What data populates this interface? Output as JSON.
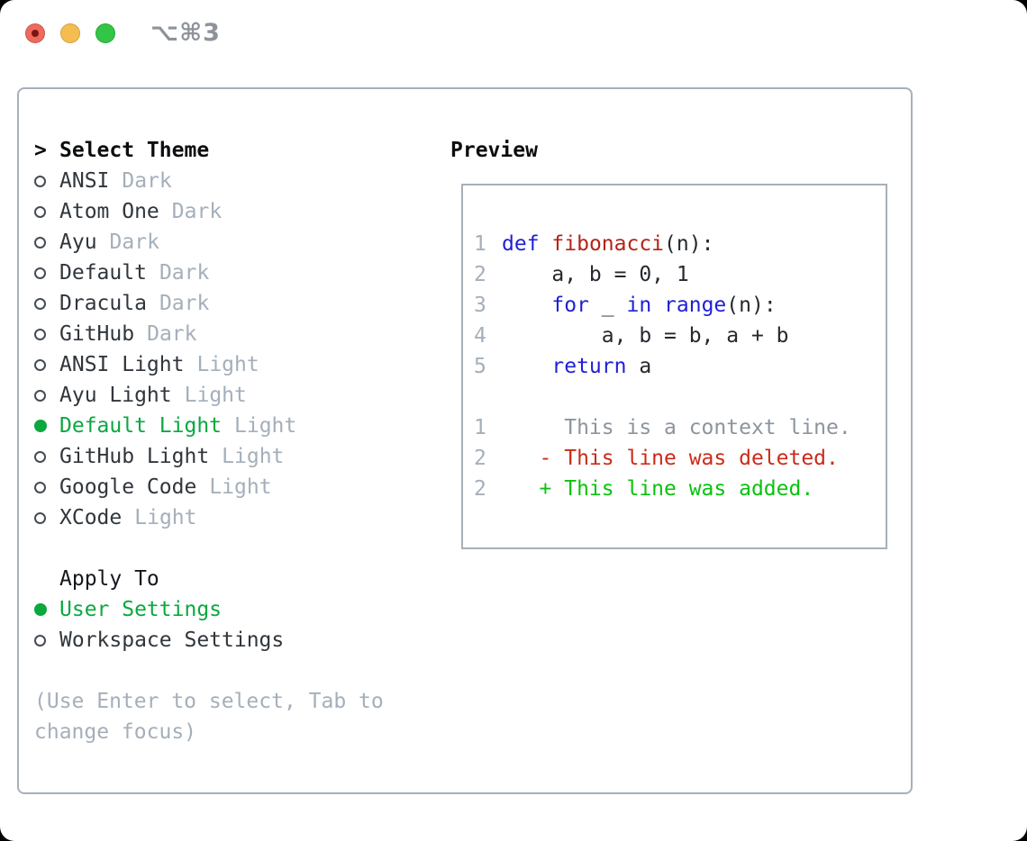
{
  "window": {
    "shortcut_label": "⌥⌘3",
    "traffic_lights": [
      "close",
      "minimize",
      "zoom"
    ]
  },
  "colors": {
    "selection_green": "#0aa83f",
    "added_green": "#09c20e",
    "deleted_red": "#cc2a18",
    "keyword_blue": "#1f1fd6",
    "function_red": "#b22417",
    "muted_gray": "#a4afba",
    "context_gray": "#8b959e",
    "text_dark": "#30363c",
    "border_gray": "#a7b0ba",
    "traffic_red": "#ee6a5e",
    "traffic_yellow": "#f5bd4f",
    "traffic_green": "#32c546"
  },
  "theme_picker": {
    "prompt": ">",
    "title": "Select Theme",
    "items": [
      {
        "name": "ANSI",
        "variant": "Dark",
        "selected": false
      },
      {
        "name": "Atom One",
        "variant": "Dark",
        "selected": false
      },
      {
        "name": "Ayu",
        "variant": "Dark",
        "selected": false
      },
      {
        "name": "Default",
        "variant": "Dark",
        "selected": false
      },
      {
        "name": "Dracula",
        "variant": "Dark",
        "selected": false
      },
      {
        "name": "GitHub",
        "variant": "Dark",
        "selected": false
      },
      {
        "name": "ANSI Light",
        "variant": "Light",
        "selected": false
      },
      {
        "name": "Ayu Light",
        "variant": "Light",
        "selected": false
      },
      {
        "name": "Default Light",
        "variant": "Light",
        "selected": true
      },
      {
        "name": "GitHub Light",
        "variant": "Light",
        "selected": false
      },
      {
        "name": "Google Code",
        "variant": "Light",
        "selected": false
      },
      {
        "name": "XCode",
        "variant": "Light",
        "selected": false
      }
    ],
    "apply_to": {
      "title": "Apply To",
      "options": [
        {
          "label": "User Settings",
          "selected": true
        },
        {
          "label": "Workspace Settings",
          "selected": false
        }
      ]
    },
    "hint": "(Use Enter to select, Tab to change focus)"
  },
  "preview": {
    "title": "Preview",
    "lines": [
      {
        "num": "1",
        "tokens": [
          {
            "c": "kw",
            "t": "def"
          },
          {
            "c": "plain",
            "t": " "
          },
          {
            "c": "fn",
            "t": "fibonacci"
          },
          {
            "c": "plain",
            "t": "(n):"
          }
        ]
      },
      {
        "num": "2",
        "tokens": [
          {
            "c": "plain",
            "t": "    a, b = 0, 1"
          }
        ]
      },
      {
        "num": "3",
        "tokens": [
          {
            "c": "plain",
            "t": "    "
          },
          {
            "c": "kw",
            "t": "for"
          },
          {
            "c": "plain",
            "t": " _ "
          },
          {
            "c": "kw",
            "t": "in"
          },
          {
            "c": "plain",
            "t": " "
          },
          {
            "c": "kw",
            "t": "range"
          },
          {
            "c": "plain",
            "t": "(n):"
          }
        ]
      },
      {
        "num": "4",
        "tokens": [
          {
            "c": "plain",
            "t": "        a, b = b, a + b"
          }
        ]
      },
      {
        "num": "5",
        "tokens": [
          {
            "c": "plain",
            "t": "    "
          },
          {
            "c": "kw",
            "t": "return"
          },
          {
            "c": "plain",
            "t": " a"
          }
        ]
      },
      {
        "num": "",
        "tokens": []
      },
      {
        "num": "1",
        "tokens": [
          {
            "c": "ctx",
            "t": "     This is a context line."
          }
        ]
      },
      {
        "num": "2",
        "tokens": [
          {
            "c": "del",
            "t": "   - This line was deleted."
          }
        ]
      },
      {
        "num": "2",
        "tokens": [
          {
            "c": "add",
            "t": "   + This line was added."
          }
        ]
      }
    ]
  }
}
